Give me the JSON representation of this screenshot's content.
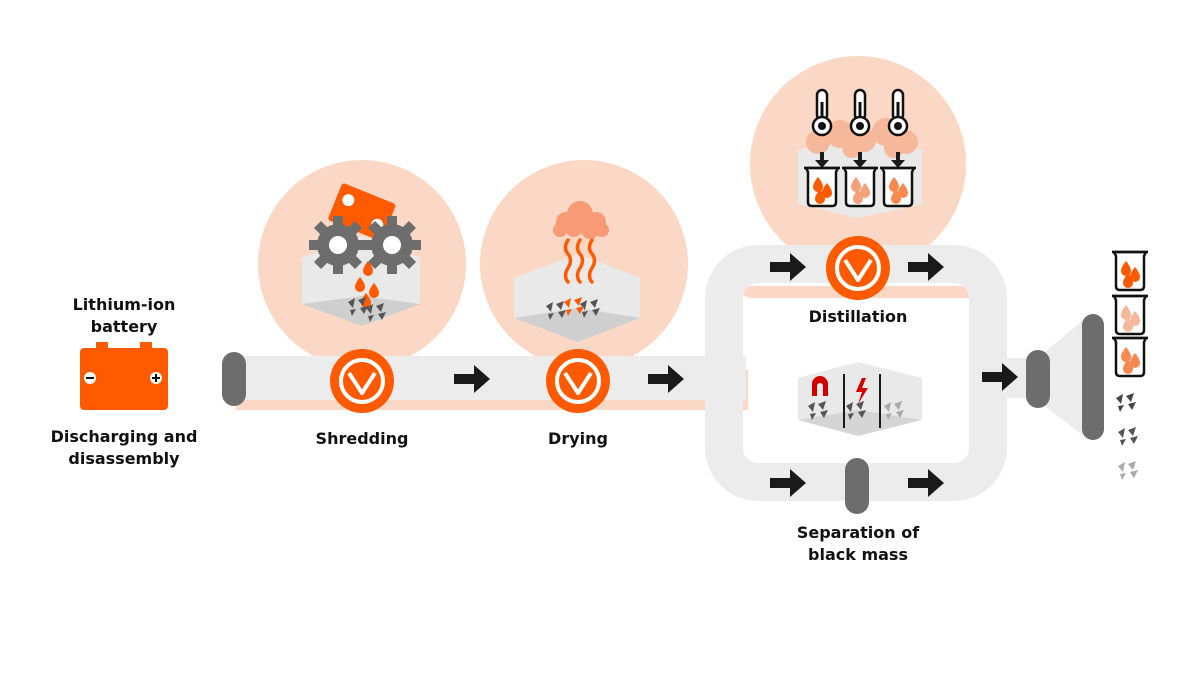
{
  "labels": {
    "battery": "Lithium-ion\nbattery",
    "discharging": "Discharging and\ndisassembly",
    "shredding": "Shredding",
    "drying": "Drying",
    "distillation": "Distillation",
    "separation": "Separation of\nblack mass"
  },
  "colors": {
    "orange": "#ff5a00",
    "light_orange": "#fbd8c5",
    "pipe": "#ececec",
    "dark_gray": "#6d6d6d",
    "arrow": "#1a1a1a"
  }
}
